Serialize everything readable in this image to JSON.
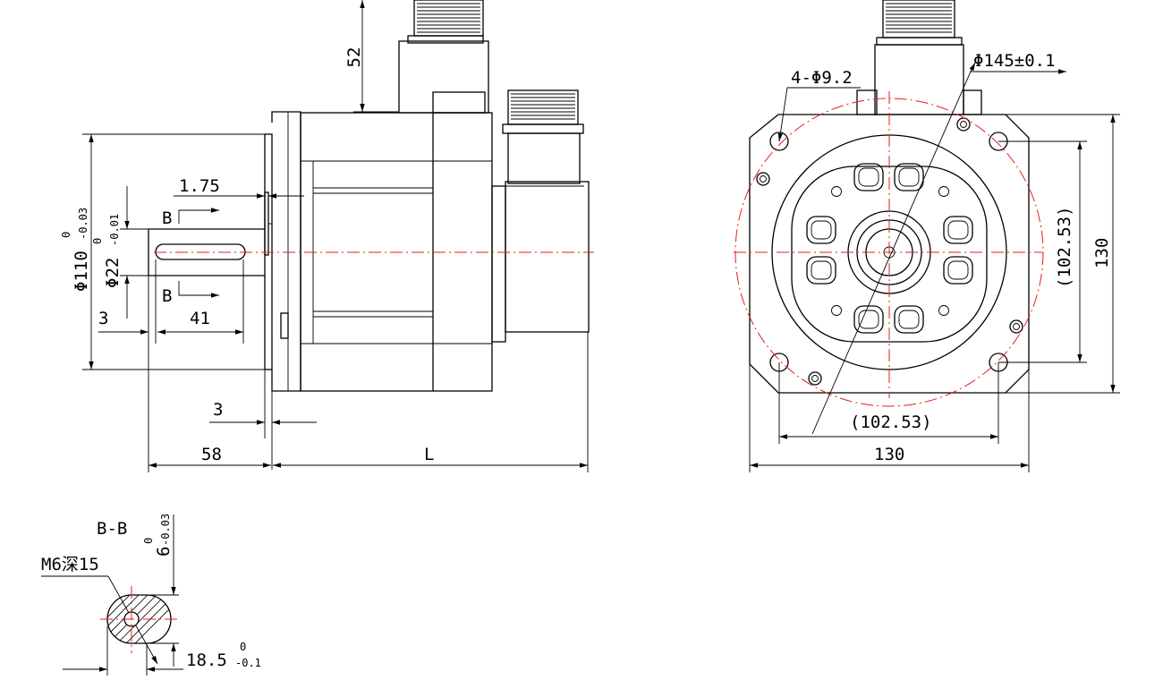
{
  "side_view": {
    "dim_52": "52",
    "dim_1_75": "1.75",
    "section_mark": "B",
    "dia110_main": "Φ110",
    "dia110_up": "0",
    "dia110_low": "-0.03",
    "dia22_main": "Φ22",
    "dia22_up": "0",
    "dia22_low": "-0.01",
    "dim_3_shaft": "3",
    "dim_41": "41",
    "dim_3_flange": "3",
    "dim_58": "58",
    "dim_L": "L"
  },
  "front_view": {
    "holes_label": "4-Φ9.2",
    "pcd_label": "Φ145±0.1",
    "dim_102_v": "(102.53)",
    "dim_130_v": "130",
    "dim_102_h": "(102.53)",
    "dim_130_h": "130"
  },
  "section_view": {
    "title": "B-B",
    "thread_label": "M6深15",
    "key_main": "6",
    "key_up": "0",
    "key_low": "-0.03",
    "depth_main": "18.5",
    "depth_up": "0",
    "depth_low": "-0.1"
  }
}
